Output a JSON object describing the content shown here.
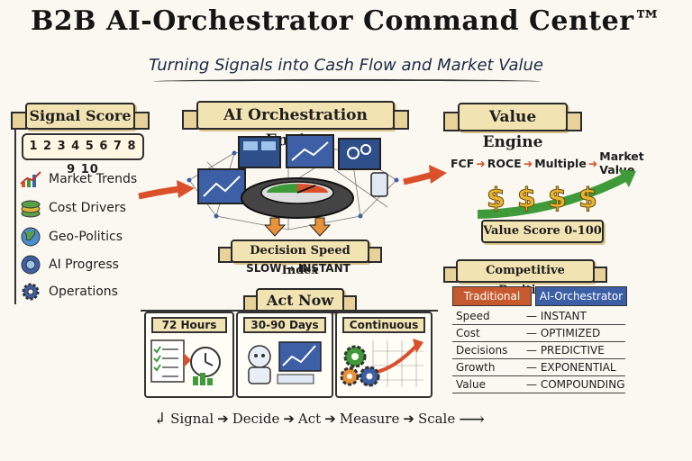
{
  "header": {
    "title": "B2B AI-Orchestrator Command Center™",
    "subtitle": "Turning Signals into Cash Flow and Market Value"
  },
  "signal_score": {
    "heading": "Signal Score",
    "scale": "1 2 3 4 5 6 7 8 9 10",
    "items": [
      {
        "label": "Market Trends",
        "icon": "trend-chart-icon"
      },
      {
        "label": "Cost Drivers",
        "icon": "coin-stack-icon"
      },
      {
        "label": "Geo-Politics",
        "icon": "globe-icon"
      },
      {
        "label": "AI Progress",
        "icon": "ai-brain-icon"
      },
      {
        "label": "Operations",
        "icon": "gear-icon"
      }
    ]
  },
  "engine": {
    "heading": "AI Orchestration Engine",
    "decision_index": {
      "label": "Decision Speed Index",
      "range": "SLOW → INSTANT"
    }
  },
  "value_engine": {
    "heading": "Value Engine",
    "formula": [
      "FCF",
      "ROCE",
      "Multiple",
      "Market Value"
    ],
    "score_label": "Value Score 0-100"
  },
  "competitive": {
    "heading": "Competitive Position",
    "col_left": "Traditional",
    "col_right": "AI-Orchestrator",
    "rows": [
      {
        "label": "Speed",
        "value": "— INSTANT"
      },
      {
        "label": "Cost",
        "value": "— OPTIMIZED"
      },
      {
        "label": "Decisions",
        "value": "— PREDICTIVE"
      },
      {
        "label": "Growth",
        "value": "— EXPONENTIAL"
      },
      {
        "label": "Value",
        "value": "— COMPOUNDING"
      }
    ],
    "colors": {
      "traditional": "#c65a2e",
      "orchestrator": "#3d5fa6"
    }
  },
  "act_now": {
    "heading": "Act Now",
    "phases": [
      {
        "label": "72 Hours",
        "icon": "checklist-stopwatch-icon"
      },
      {
        "label": "30-90 Days",
        "icon": "robot-dashboard-icon"
      },
      {
        "label": "Continuous",
        "icon": "gears-growth-icon"
      }
    ]
  },
  "flow": [
    "Signal",
    "Decide",
    "Act",
    "Measure",
    "Scale"
  ],
  "colors": {
    "arrow": "#d9502a",
    "accent_gold": "#f2e3b3",
    "green": "#3f9a3a"
  }
}
